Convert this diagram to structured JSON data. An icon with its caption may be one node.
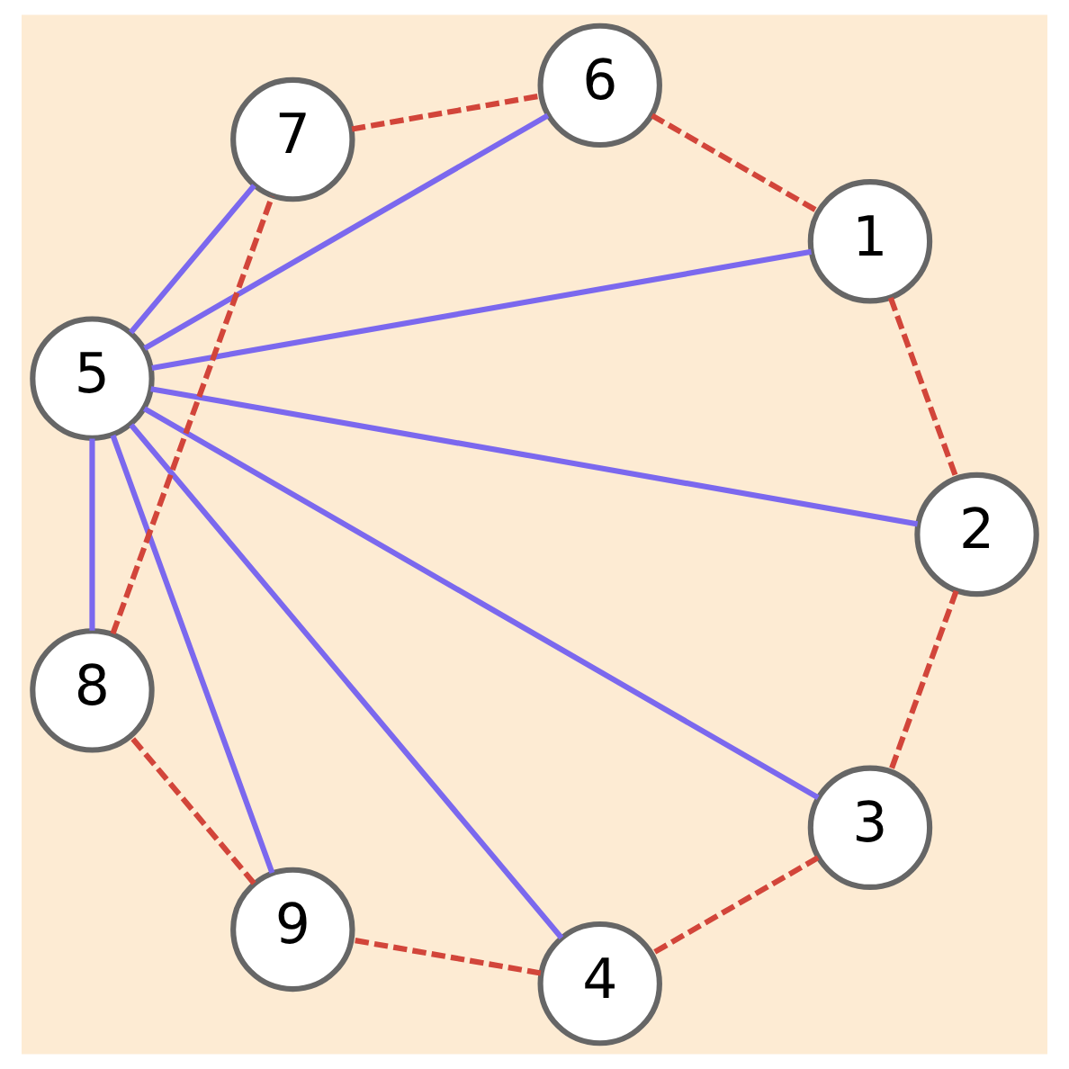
{
  "diagram": {
    "nodes": [
      {
        "text": [
          "1"
        ]
      },
      {
        "text": [
          "6"
        ]
      },
      {
        "text": [
          "2"
        ]
      },
      {
        "text": [
          "7"
        ]
      },
      {
        "text": [
          "5"
        ]
      },
      {
        "text": [
          "3"
        ]
      },
      {
        "text": [
          "8"
        ]
      },
      {
        "text": [
          "4"
        ]
      },
      {
        "text": [
          "9"
        ]
      }
    ],
    "edges": [
      {
        "from": 4,
        "to": 0,
        "arrow": "none",
        "color": "#7b68ee"
      },
      {
        "from": 4,
        "to": 2,
        "arrow": "none",
        "color": "#7b68ee"
      },
      {
        "from": 4,
        "to": 5,
        "arrow": "none",
        "color": "#7b68ee"
      },
      {
        "from": 4,
        "to": 7,
        "arrow": "none",
        "color": "#7b68ee"
      },
      {
        "from": 4,
        "to": 8,
        "arrow": "none",
        "color": "#7b68ee"
      },
      {
        "from": 4,
        "to": 6,
        "arrow": "none",
        "color": "#7b68ee"
      },
      {
        "from": 4,
        "to": 3,
        "arrow": "none",
        "color": "#7b68ee"
      },
      {
        "from": 4,
        "to": 1,
        "arrow": "none",
        "color": "#7b68ee"
      },
      {
        "from": 0,
        "to": 2,
        "arrow": "none",
        "style": "dashed",
        "color": "#d2453a"
      },
      {
        "from": 2,
        "to": 5,
        "arrow": "none",
        "style": "dashed",
        "color": "#d2453a"
      },
      {
        "from": 5,
        "to": 7,
        "arrow": "none",
        "style": "dashed",
        "color": "#d2453a"
      },
      {
        "from": 7,
        "to": 8,
        "arrow": "none",
        "style": "dashed",
        "color": "#d2453a"
      },
      {
        "from": 8,
        "to": 6,
        "arrow": "none",
        "style": "dashed",
        "color": "#d2453a"
      },
      {
        "from": 6,
        "to": 3,
        "arrow": "none",
        "style": "dashed",
        "color": "#d2453a"
      },
      {
        "from": 3,
        "to": 1,
        "arrow": "none",
        "style": "dashed",
        "color": "#d2453a"
      },
      {
        "from": 1,
        "to": 0,
        "arrow": "none",
        "style": "dashed",
        "color": "#d2453a"
      }
    ]
  }
}
